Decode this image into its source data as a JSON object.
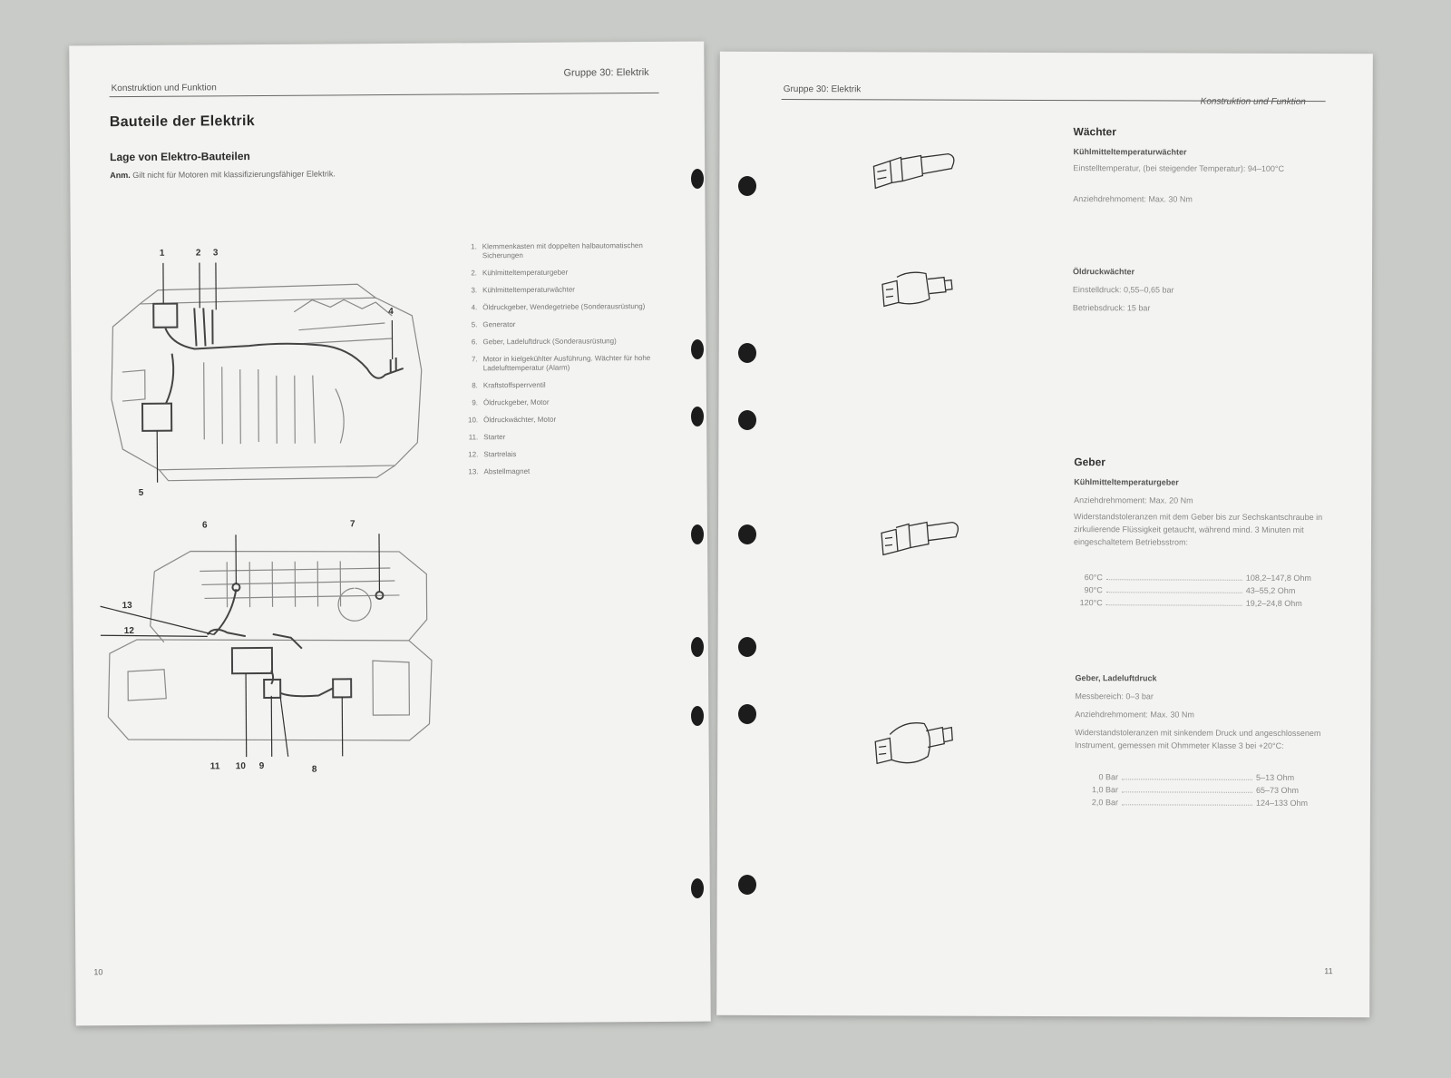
{
  "left_page": {
    "header_left": "Konstruktion und Funktion",
    "header_right": "Gruppe 30: Elektrik",
    "title": "Bauteile der Elektrik",
    "subtitle": "Lage von Elektro-Bauteilen",
    "note_label": "Anm.",
    "note_text": "Gilt nicht für Motoren mit klassifizierungsfähiger Elektrik.",
    "legend": [
      {
        "num": "1.",
        "text": "Klemmenkasten mit doppelten halbautomatischen Sicherungen"
      },
      {
        "num": "2.",
        "text": "Kühlmitteltemperaturgeber"
      },
      {
        "num": "3.",
        "text": "Kühlmitteltemperaturwächter"
      },
      {
        "num": "4.",
        "text": "Öldruckgeber, Wendegetriebe (Sonderausrüstung)"
      },
      {
        "num": "5.",
        "text": "Generator"
      },
      {
        "num": "6.",
        "text": "Geber, Ladeluftdruck (Sonderausrüstung)"
      },
      {
        "num": "7.",
        "text": "Motor in kielgekühlter Ausführung. Wächter für hohe Ladelufttemperatur (Alarm)"
      },
      {
        "num": "8.",
        "text": "Kraftstoffsperrventil"
      },
      {
        "num": "9.",
        "text": "Öldruckgeber, Motor"
      },
      {
        "num": "10.",
        "text": "Öldruckwächter, Motor"
      },
      {
        "num": "11.",
        "text": "Starter"
      },
      {
        "num": "12.",
        "text": "Startrelais"
      },
      {
        "num": "13.",
        "text": "Abstellmagnet"
      }
    ],
    "callouts_top": [
      "1",
      "2",
      "3",
      "4",
      "5"
    ],
    "callouts_bottom": [
      "6",
      "7",
      "13",
      "12",
      "11",
      "10",
      "9",
      "8"
    ],
    "page_number": "10"
  },
  "right_page": {
    "header_left": "Gruppe 30: Elektrik",
    "header_right": "Konstruktion und Funktion",
    "section1_title": "Wächter",
    "s1_sub1": "Kühlmitteltemperaturwächter",
    "s1_line1": "Einstelltemperatur, (bei steigender Temperatur): 94–100°C",
    "s1_line2": "Anziehdrehmoment: Max. 30 Nm",
    "s1_sub2": "Öldruckwächter",
    "s1_line3": "Einstelldruck: 0,55–0,65 bar",
    "s1_line4": "Betriebsdruck: 15 bar",
    "section2_title": "Geber",
    "s2_sub1": "Kühlmitteltemperaturgeber",
    "s2_line1": "Anziehdrehmoment: Max. 20 Nm",
    "s2_line2": "Widerstandstoleranzen mit dem Geber bis zur Sechskantschraube in zirkulierende Flüssigkeit getaucht, während mind. 3 Minuten mit eingeschaltetem Betriebsstrom:",
    "s2_table": [
      {
        "key": "60°C",
        "val": "108,2–147,8 Ohm"
      },
      {
        "key": "90°C",
        "val": "43–55,2 Ohm"
      },
      {
        "key": "120°C",
        "val": "19,2–24,8 Ohm"
      }
    ],
    "s3_sub1": "Geber, Ladeluftdruck",
    "s3_line1": "Messbereich: 0–3 bar",
    "s3_line2": "Anziehdrehmoment: Max. 30 Nm",
    "s3_line3": "Widerstandstoleranzen mit sinkendem Druck und angeschlossenem Instrument, gemessen mit Ohmmeter Klasse 3 bei +20°C:",
    "s3_table": [
      {
        "key": "0 Bar",
        "val": "5–13 Ohm"
      },
      {
        "key": "1,0 Bar",
        "val": "65–73 Ohm"
      },
      {
        "key": "2,0 Bar",
        "val": "124–133 Ohm"
      }
    ],
    "page_number": "11"
  }
}
